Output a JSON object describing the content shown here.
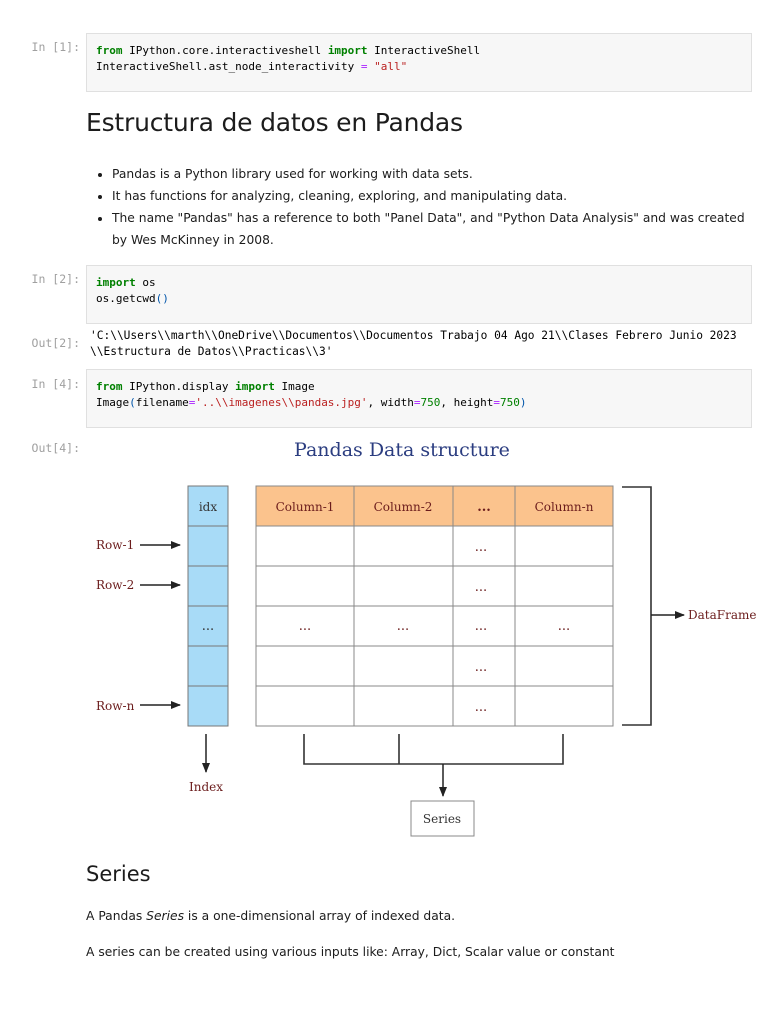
{
  "cells": {
    "cell1": {
      "prompt": "In [1]:",
      "line1": [
        "from",
        " IPython.core.interactiveshell ",
        "import",
        " InteractiveShell"
      ],
      "line2": [
        "InteractiveShell.ast_node_interactivity ",
        "=",
        " ",
        "\"all\""
      ]
    },
    "markdown1": {
      "heading": "Estructura de datos en Pandas",
      "bullets": [
        "Pandas is a Python library used for working with data sets.",
        "It has functions for analyzing, cleaning, exploring, and manipulating data.",
        "The name \"Pandas\" has a reference to both \"Panel Data\", and \"Python Data Analysis\" and was created by Wes McKinney in 2008."
      ]
    },
    "cell2": {
      "prompt": "In [2]:",
      "line1": [
        "import",
        " os"
      ],
      "line2": [
        "os.getcwd",
        "()"
      ],
      "out_prompt": "Out[2]:",
      "output_line1": "'C:\\\\Users\\\\marth\\\\OneDrive\\\\Documentos\\\\Documentos Trabajo 04 Ago 21\\\\Clases Febrero Junio 2023",
      "output_line2": "\\\\Estructura de Datos\\\\Practicas\\\\3'"
    },
    "cell4": {
      "prompt": "In [4]:",
      "line1": [
        "from",
        " IPython.display ",
        "import",
        " Image"
      ],
      "line2": [
        "Image",
        "(",
        "filename",
        "=",
        "'..\\\\imagenes\\\\pandas.jpg'",
        ", width",
        "=",
        "750",
        ", height",
        "=",
        "750",
        ")"
      ],
      "out_prompt": "Out[4]:"
    },
    "image": {
      "title": "Pandas Data structure",
      "idx_header": "idx",
      "columns": [
        "Column-1",
        "Column-2",
        "...",
        "Column-n"
      ],
      "row_labels": [
        "Row-1",
        "Row-2",
        "Row-n"
      ],
      "ellipsis": "...",
      "dataframe_label": "DataFrame",
      "index_label": "Index",
      "series_label": "Series",
      "colors": {
        "header_fill": "#fbc38d",
        "index_fill": "#a8dbf7",
        "label_color": "#6b1c1c",
        "title_color": "#2b3d80"
      }
    },
    "markdown2": {
      "heading": "Series",
      "p1_before": "A Pandas ",
      "p1_em": "Series",
      "p1_after": " is a one-dimensional array of indexed data.",
      "p2": "A series can be created using various inputs like: Array, Dict, Scalar value or constant"
    }
  }
}
